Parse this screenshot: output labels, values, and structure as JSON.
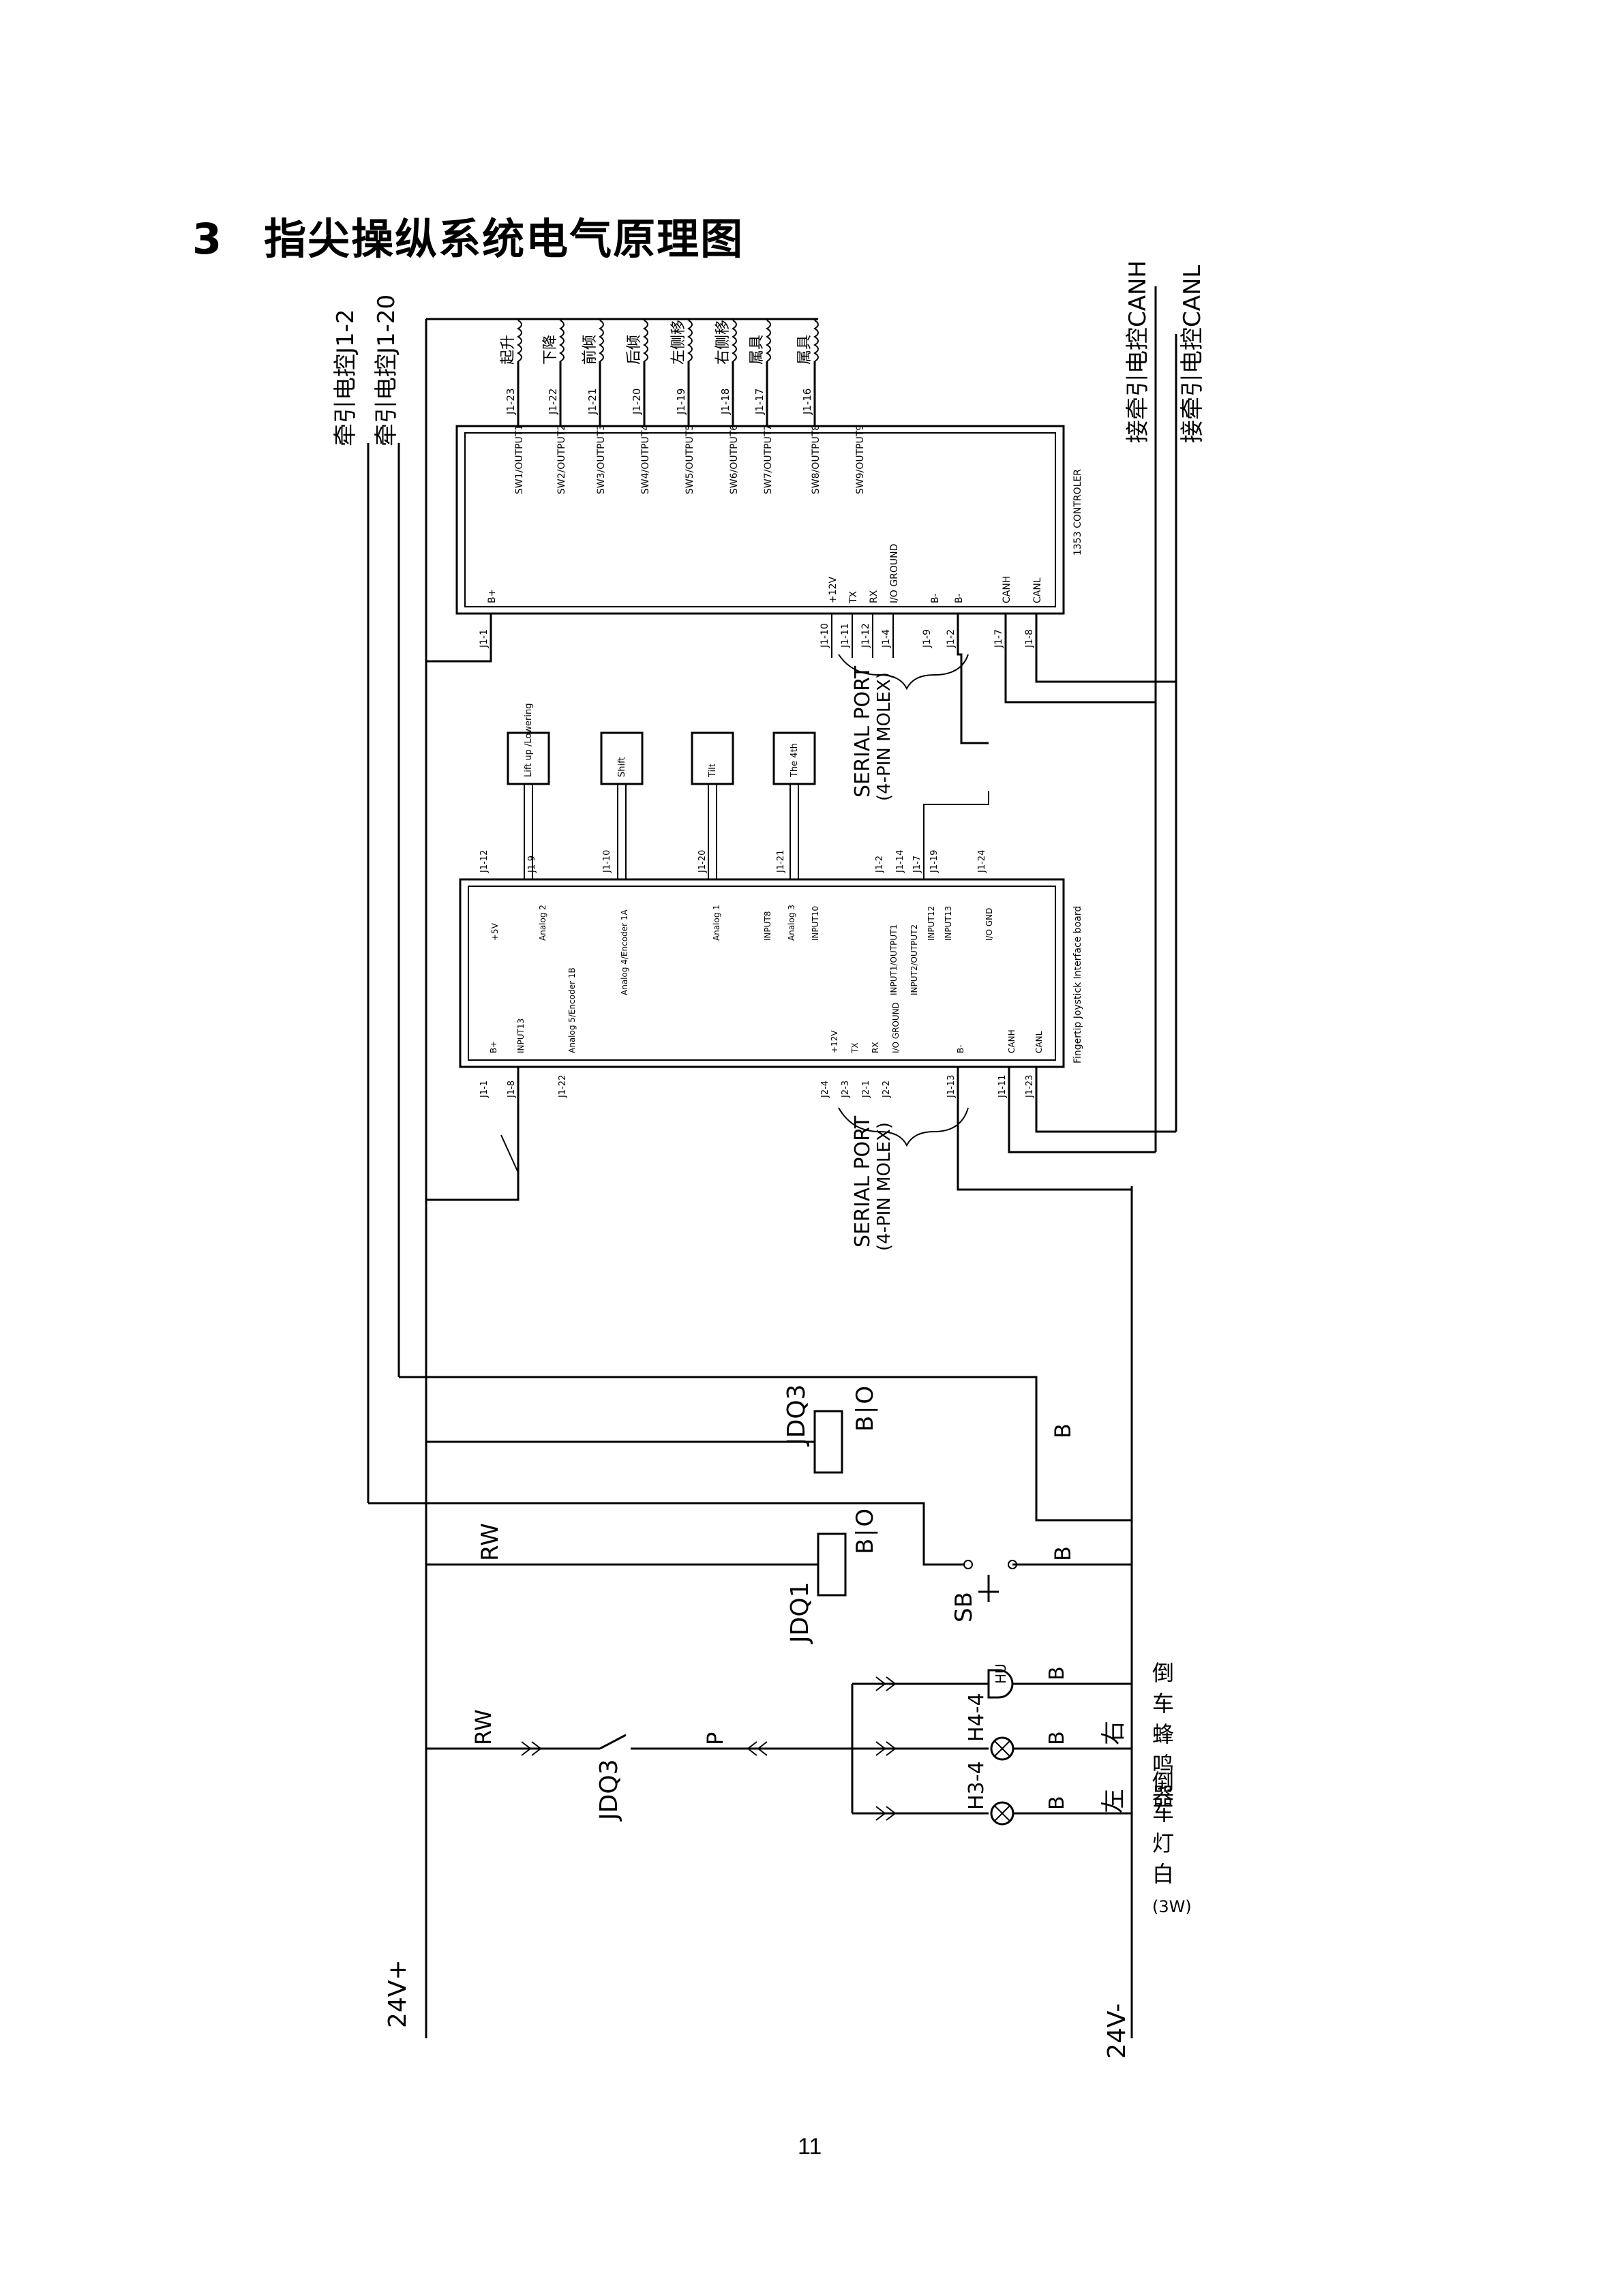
{
  "header": {
    "section_number": "3",
    "title": "指尖操纵系统电气原理图"
  },
  "labels": {
    "traction_j1_2": "牵引电控J1-2",
    "traction_j1_20": "牵引电控J1-20",
    "can_canh": "接牵引电控CANH",
    "can_canl": "接牵引电控CANL",
    "controller_1353": "1353 CONTROLER",
    "fingertip_board": "Fingertip Joystick Interface board",
    "serial_port": "SERIAL PORT",
    "molex": "(4-PIN MOLEX)",
    "jdq3": "JDQ3",
    "jdq1": "JDQ1",
    "bo": "B∣O",
    "b": "B",
    "rw": "RW",
    "sb": "SB",
    "p": "P",
    "hu": "HU",
    "h4_4": "H4-4",
    "h3_4": "H3-4",
    "right": "右",
    "left": "左",
    "reverse_buzzer": [
      "倒",
      "车",
      "蜂",
      "鸣",
      "器"
    ],
    "reverse_lamp": [
      "倒",
      "车",
      "灯",
      "白",
      "(3W)"
    ],
    "v24_plus": "24V+",
    "v24_minus": "24V-"
  },
  "controller": {
    "outputs": [
      {
        "pin": "J1-23",
        "output": "SW1/OUTPUT1",
        "coil": "起升"
      },
      {
        "pin": "J1-22",
        "output": "SW2/OUTPUT2",
        "coil": "下降"
      },
      {
        "pin": "J1-21",
        "output": "SW3/OUTPUT3",
        "coil": "前倾"
      },
      {
        "pin": "J1-20",
        "output": "SW4/OUTPUT4",
        "coil": "后倾"
      },
      {
        "pin": "J1-19",
        "output": "SW5/OUTPUT5",
        "coil": "左侧移"
      },
      {
        "pin": "J1-18",
        "output": "SW6/OUTPUT6",
        "coil": "右侧移"
      },
      {
        "pin": "J1-17",
        "output": "SW7/OUTPUT7",
        "coil": "属具"
      },
      {
        "pin": "J1-16",
        "output": "SW8/OUTPUT8",
        "coil": "属具"
      },
      {
        "pin": "",
        "output": "SW9/OUTPUT9",
        "coil": ""
      }
    ],
    "bottom_pins": [
      {
        "pin": "J1-1",
        "name": "B+"
      },
      {
        "pin": "J1-10",
        "name": "+12V"
      },
      {
        "pin": "J1-11",
        "name": "TX"
      },
      {
        "pin": "J1-12",
        "name": "RX"
      },
      {
        "pin": "J1-4",
        "name": "I/O GROUND"
      },
      {
        "pin": "J1-9",
        "name": "B-"
      },
      {
        "pin": "J1-2",
        "name": "B-"
      },
      {
        "pin": "J1-7",
        "name": "CANH"
      },
      {
        "pin": "J1-8",
        "name": "CANL"
      }
    ]
  },
  "board": {
    "modules": [
      "Lift up /Lowering",
      "Shift",
      "Tilt",
      "The 4th"
    ],
    "top_pins": [
      "J1-12",
      "J1-9",
      "J1-10",
      "J1-20",
      "J1-21",
      "J1-2",
      "J1-14",
      "J1-7",
      "J1-19",
      "J1-24"
    ],
    "top_labels": [
      "+5V",
      "Analog 2",
      "Analog 4/Encoder 1A",
      "Analog 1",
      "INPUT8",
      "Analog 3",
      "INPUT10",
      "INPUT1/OUTPUT1",
      "INPUT2/OUTPUT2",
      "INPUT12",
      "INPUT13",
      "I/O GND"
    ],
    "bottom_pins": [
      "J1-1",
      "J1-8",
      "J1-22",
      "J2-4",
      "J2-3",
      "J2-1",
      "J2-2",
      "J1-13",
      "J1-11",
      "J1-23"
    ],
    "bottom_labels": [
      "B+",
      "INPUT13",
      "Analog 5/Encoder 1B",
      "+12V",
      "TX",
      "RX",
      "I/O GROUND",
      "B-",
      "CANH",
      "CANL"
    ]
  },
  "footer": {
    "page_number": "11"
  }
}
